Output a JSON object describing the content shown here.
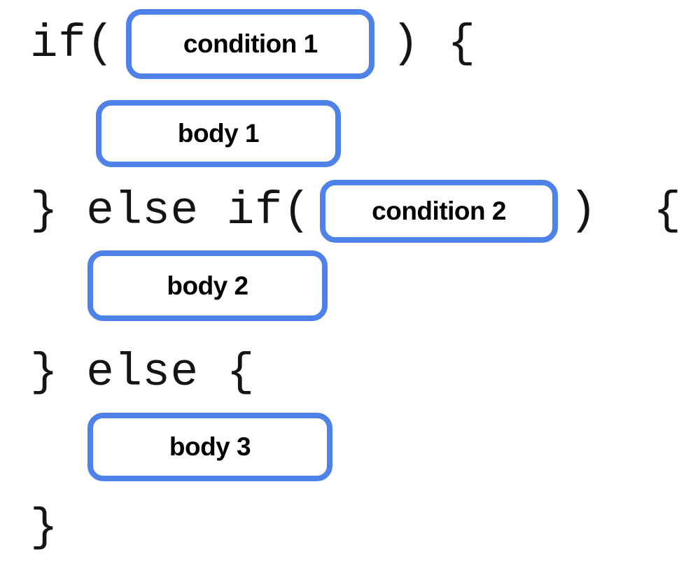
{
  "colors": {
    "accent_blue": "#4f82e8",
    "code_color": "#141414",
    "label_color": "#000000",
    "background": "#ffffff"
  },
  "diagram": {
    "description": "if / else-if / else statement structure with placeholder slots",
    "lines": {
      "line1": {
        "pre": "if(",
        "post": ") {"
      },
      "line2": {
        "pill": "body 1"
      },
      "line3": {
        "pre": "} else if(",
        "post": ")  {"
      },
      "line4": {
        "pill": "body 2"
      },
      "line5": {
        "code": "} else {"
      },
      "line6": {
        "pill": "body 3"
      },
      "line7": {
        "code": "}"
      }
    },
    "pills": {
      "condition1": "condition 1",
      "condition2": "condition 2",
      "body1": "body 1",
      "body2": "body 2",
      "body3": "body 3"
    }
  }
}
